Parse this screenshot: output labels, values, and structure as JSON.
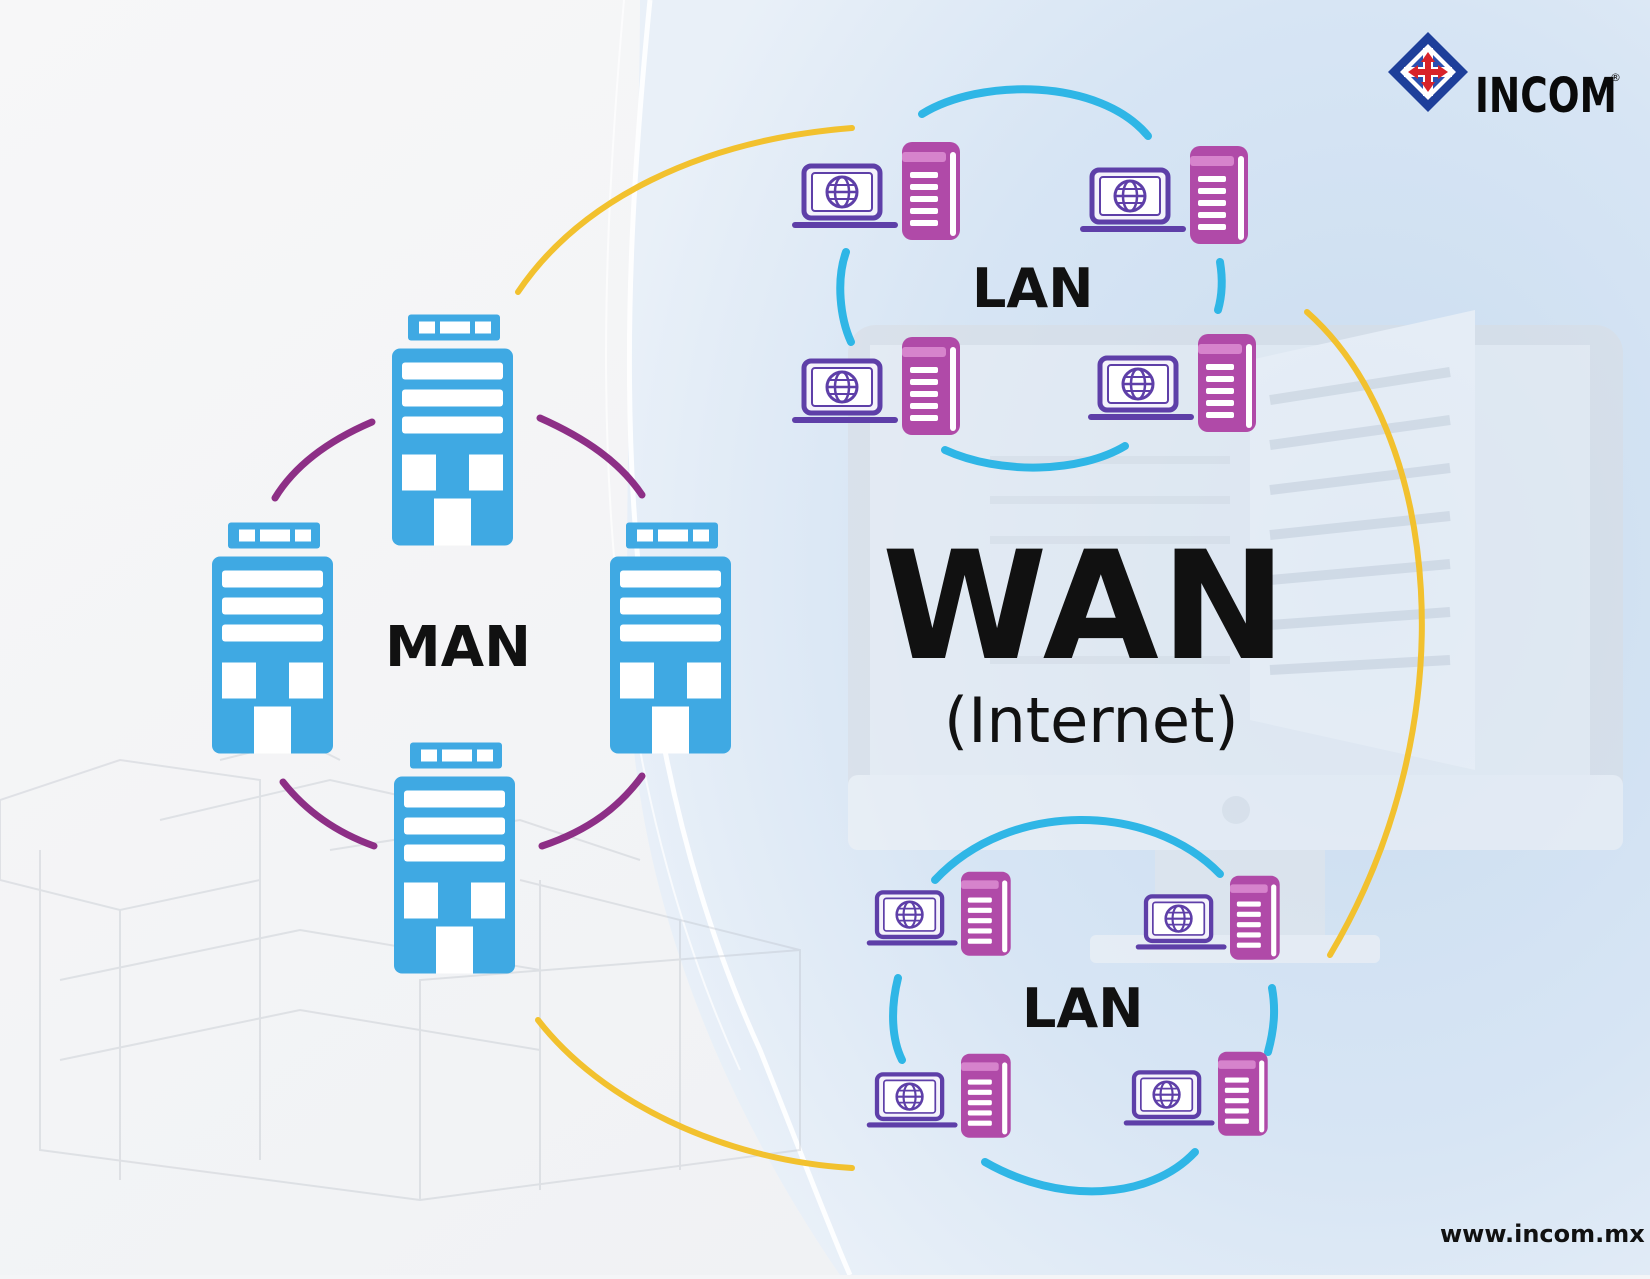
{
  "brand": {
    "name": "INCOM",
    "registered_mark": "®",
    "logo_icon": "incom-diamond-arrows-logo",
    "website": "www.incom.mx"
  },
  "networks": {
    "wan": {
      "title": "WAN",
      "subtitle": "(Internet)"
    },
    "lan_top": {
      "label": "LAN"
    },
    "lan_bottom": {
      "label": "LAN"
    },
    "man": {
      "label": "MAN"
    }
  },
  "icons": {
    "lan_node": "laptop-globe-with-server",
    "man_node": "office-building",
    "background_monitor": "desktop-monitor-icon",
    "background_city": "city-sketch-illustration"
  },
  "colors": {
    "lan_ring": "#2fb6e6",
    "man_ring": "#8d2f86",
    "wan_ring": "#f2c12e",
    "server": "#b04aa8",
    "laptop": "#5e3fa8",
    "building": "#3fa9e3",
    "text": "#111111",
    "logo_blue": "#1e3f9a",
    "logo_red": "#d8232a"
  }
}
